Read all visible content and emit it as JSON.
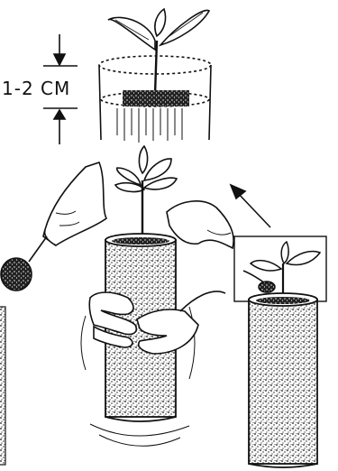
{
  "measurement_label": "1-2 CM",
  "ink_color": "#111111",
  "paper_color": "#ffffff",
  "icons": [
    "seedling",
    "tube",
    "hand",
    "spoon",
    "arrow"
  ]
}
